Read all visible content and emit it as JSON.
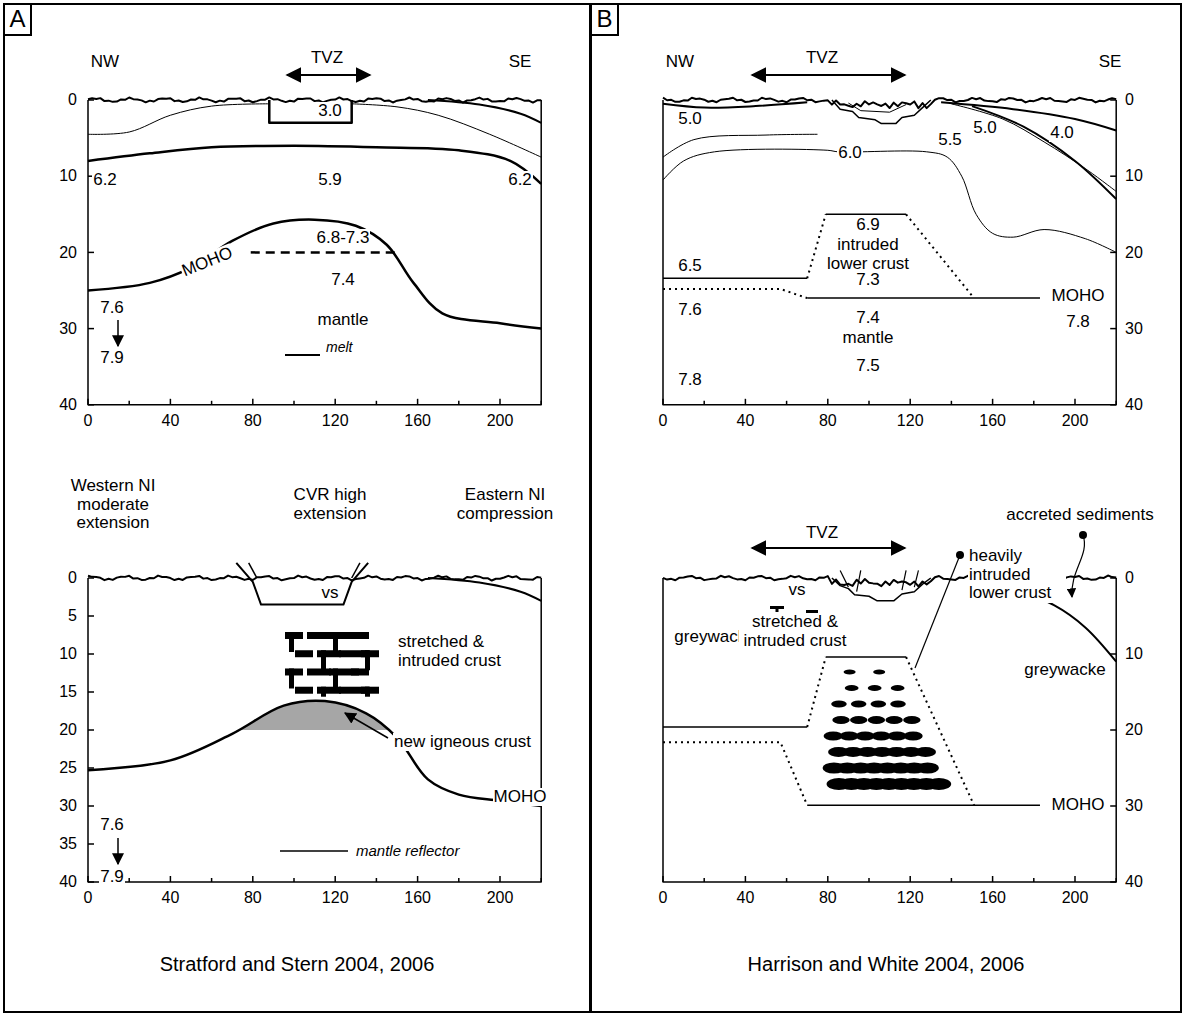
{
  "diagram": {
    "nodes": [
      {
        "text": [
          "Stratford and Stern 2004, 2006"
        ]
      },
      {
        "text": [
          "A"
        ],
        "in": 0
      },
      {
        "text": [
          "Harrison and White 2004, 2006"
        ]
      },
      {
        "text": [
          "B"
        ],
        "in": 2
      }
    ],
    "labels": [
      "NW",
      "TVZ",
      "SE",
      "3.0",
      "6.2",
      "5.9",
      "6.2",
      "6.8-7.3",
      "MOHO",
      "7.4",
      "mantle",
      "melt",
      "7.6",
      "7.9",
      "0",
      "10",
      "20",
      "30",
      "40",
      "0",
      "40",
      "80",
      "120",
      "160",
      "200",
      "Western NI moderate extension",
      "CVR high extension",
      "Eastern NI compression",
      "vs",
      "stretched & intruded crust",
      "new igneous crust",
      "7.6",
      "7.9",
      "MOHO",
      "mantle reflector",
      "0",
      "5",
      "10",
      "15",
      "20",
      "25",
      "30",
      "35",
      "40",
      "0",
      "40",
      "80",
      "120",
      "160",
      "200",
      "NW",
      "TVZ",
      "SE",
      "5.0",
      "5.0",
      "4.0",
      "5.5",
      "6.0",
      "6.9",
      "intruded lower crust",
      "6.5",
      "7.3",
      "7.6",
      "MOHO",
      "7.8",
      "7.4",
      "mantle",
      "7.5",
      "7.8",
      "0",
      "10",
      "20",
      "30",
      "40",
      "0",
      "40",
      "80",
      "120",
      "160",
      "200",
      "TVZ",
      "accreted sediments",
      "greywacke",
      "vs",
      "stretched & intruded crust",
      "greywacke",
      "heavily intruded lower crust",
      "MOHO",
      "0",
      "10",
      "20",
      "30",
      "40",
      "0",
      "40",
      "80",
      "120",
      "160",
      "200"
    ]
  }
}
